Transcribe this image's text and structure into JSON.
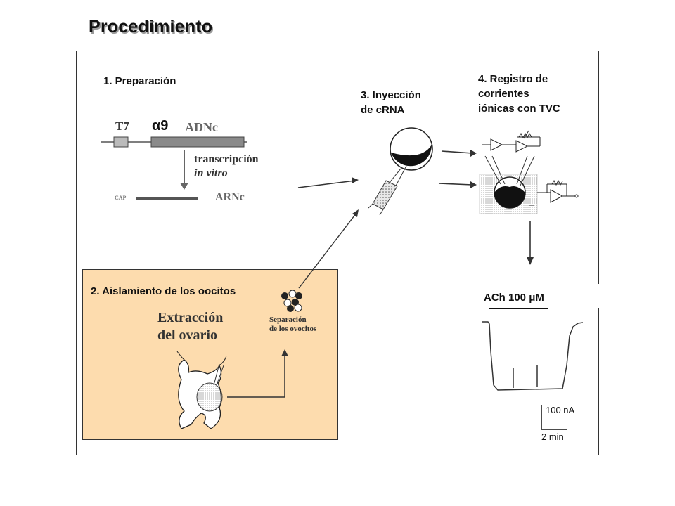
{
  "title": "Procedimiento",
  "steps": {
    "step1": "1. Preparación",
    "step2": "2. Aislamiento de los oocitos",
    "step3_line1": "3. Inyección",
    "step3_line2": "de cRNA",
    "step4_line1": "4. Registro de",
    "step4_line2": "corrientes",
    "step4_line3": "iónicas con TVC"
  },
  "construct": {
    "t7": "T7",
    "alpha9": "α9",
    "adnc": "ADNc",
    "transcription_line1": "transcripción",
    "transcription_line2": "in vitro",
    "cap": "CAP",
    "arnc": "ARNc"
  },
  "oocyte": {
    "extraction_line1": "Extracción",
    "extraction_line2": "del ovario",
    "separation_line1": "Separación",
    "separation_line2": "de los ovocitos"
  },
  "recording": {
    "agonist": "ACh 100 μM",
    "scale_current": "100 nA",
    "scale_time": "2 min"
  }
}
